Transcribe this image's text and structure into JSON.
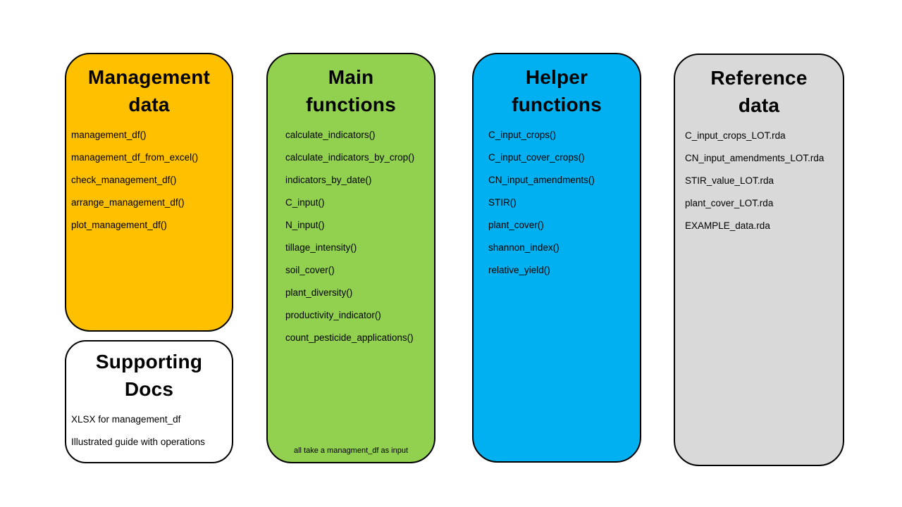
{
  "cards": {
    "management": {
      "title": "Management\ndata",
      "color": "#FFC000",
      "items": [
        "management_df()",
        "management_df_from_excel()",
        "check_management_df()",
        "arrange_management_df()",
        "plot_management_df()"
      ]
    },
    "supporting": {
      "title": "Supporting\nDocs",
      "color": "#FFFFFF",
      "items": [
        "XLSX for management_df",
        "Illustrated guide with operations"
      ]
    },
    "main": {
      "title": "Main\nfunctions",
      "color": "#92D050",
      "items": [
        "calculate_indicators()",
        "calculate_indicators_by_crop()",
        "indicators_by_date()",
        "C_input()",
        "N_input()",
        "tillage_intensity()",
        "soil_cover()",
        "plant_diversity()",
        "productivity_indicator()",
        "count_pesticide_applications()"
      ],
      "footnote": "all take a managment_df as input"
    },
    "helper": {
      "title": "Helper\nfunctions",
      "color": "#00B0F0",
      "items": [
        "C_input_crops()",
        "C_input_cover_crops()",
        "CN_input_amendments()",
        "STIR()",
        "plant_cover()",
        "shannon_index()",
        "relative_yield()"
      ]
    },
    "reference": {
      "title": "Reference\ndata",
      "color": "#D9D9D9",
      "items": [
        "C_input_crops_LOT.rda",
        "CN_input_amendments_LOT.rda",
        "STIR_value_LOT.rda",
        "plant_cover_LOT.rda",
        "EXAMPLE_data.rda"
      ]
    }
  }
}
